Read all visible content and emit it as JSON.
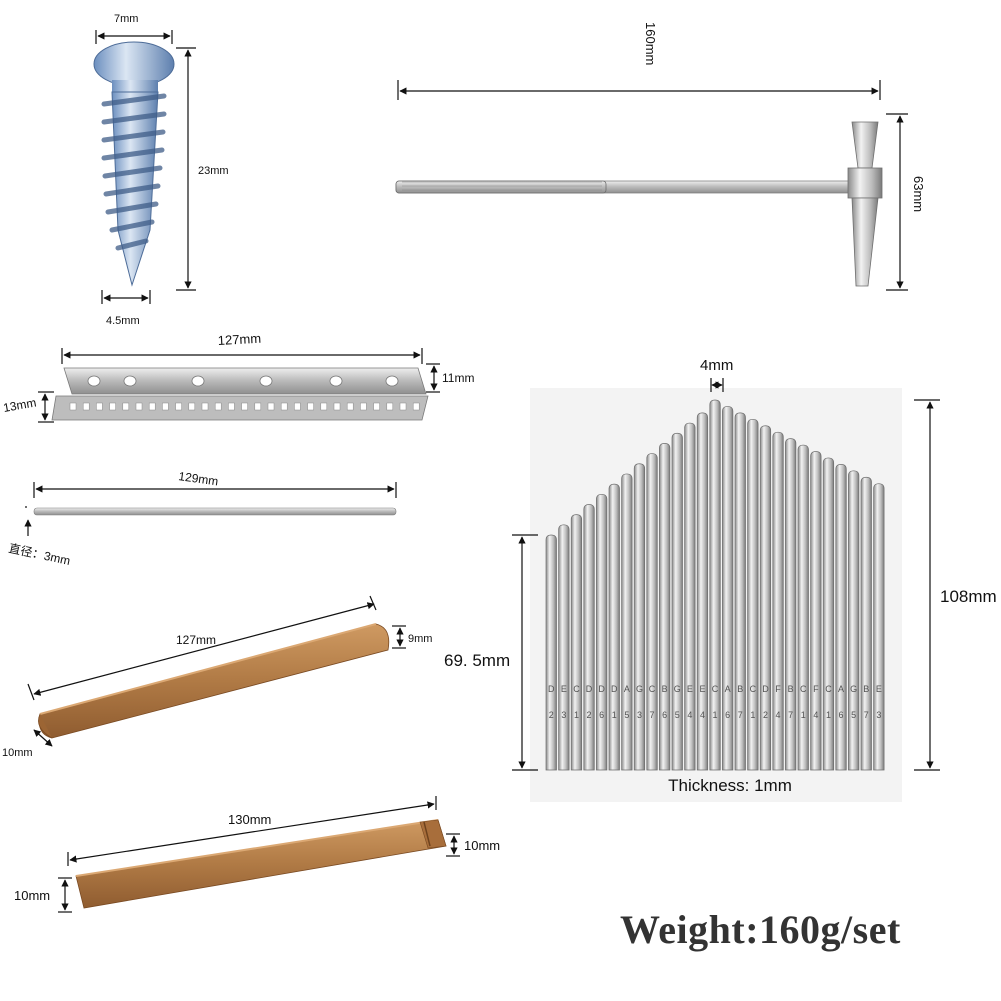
{
  "screw": {
    "head_width": "7mm",
    "length": "23mm",
    "shank_width": "4.5mm"
  },
  "hammer": {
    "length": "160mm",
    "head_height": "63mm"
  },
  "bridge_bracket": {
    "length": "127mm",
    "height_right": "11mm",
    "height_left": "13mm"
  },
  "rod": {
    "length": "129mm",
    "diameter": "直径：3mm"
  },
  "wood_bar_1": {
    "length": "127mm",
    "thickness": "9mm",
    "width": "10mm"
  },
  "wood_bar_2": {
    "length": "130mm",
    "thickness": "10mm",
    "width": "10mm"
  },
  "tines": {
    "tine_width": "4mm",
    "max_length": "108mm",
    "min_length": "69. 5mm",
    "thickness": "Thickness: 1mm",
    "count": 27,
    "letters": [
      "D",
      "E",
      "C",
      "D",
      "D",
      "D",
      "A",
      "G",
      "C",
      "B",
      "G",
      "E",
      "E",
      "C",
      "A",
      "B",
      "C",
      "D",
      "F",
      "B",
      "C",
      "F",
      "C",
      "A",
      "G",
      "B",
      "E"
    ],
    "digits": [
      "2",
      "3",
      "1",
      "2",
      "6",
      "1",
      "5",
      "3",
      "7",
      "6",
      "5",
      "4",
      "4",
      "1",
      "6",
      "7",
      "1",
      "2",
      "4",
      "7",
      "1",
      "4",
      "1",
      "6",
      "5",
      "7",
      "3"
    ]
  },
  "weight": "Weight:160g/set",
  "colors": {
    "steel": "#c9c9c9",
    "wood": "#b07a45",
    "screw": "#8fb0d6"
  }
}
